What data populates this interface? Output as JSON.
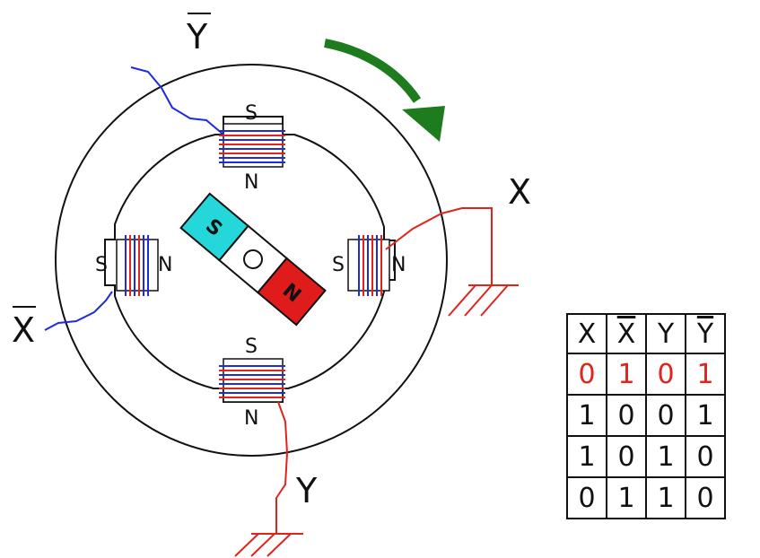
{
  "labels": {
    "terminal_ybar": "Y",
    "terminal_x": "X",
    "terminal_xbar": "X",
    "terminal_y": "Y",
    "top_pole_outer": "S",
    "top_pole_inner": "N",
    "left_pole_outer": "S",
    "left_pole_inner": "N",
    "right_pole_outer": "N",
    "right_pole_inner": "S",
    "bottom_pole_outer": "N",
    "bottom_pole_inner": "S",
    "rotor_north": "N",
    "rotor_south": "S"
  },
  "colors": {
    "blue_winding": "#1e2be0",
    "red_winding": "#e0241b",
    "arrow": "#1e7b1e",
    "rotor_south": "#25d7da",
    "rotor_north": "#e01b1b"
  },
  "table": {
    "headers": [
      "X",
      "X",
      "Y",
      "Y"
    ],
    "rows": [
      [
        "0",
        "1",
        "0",
        "1"
      ],
      [
        "1",
        "0",
        "0",
        "1"
      ],
      [
        "1",
        "0",
        "1",
        "0"
      ],
      [
        "0",
        "1",
        "1",
        "0"
      ]
    ]
  }
}
